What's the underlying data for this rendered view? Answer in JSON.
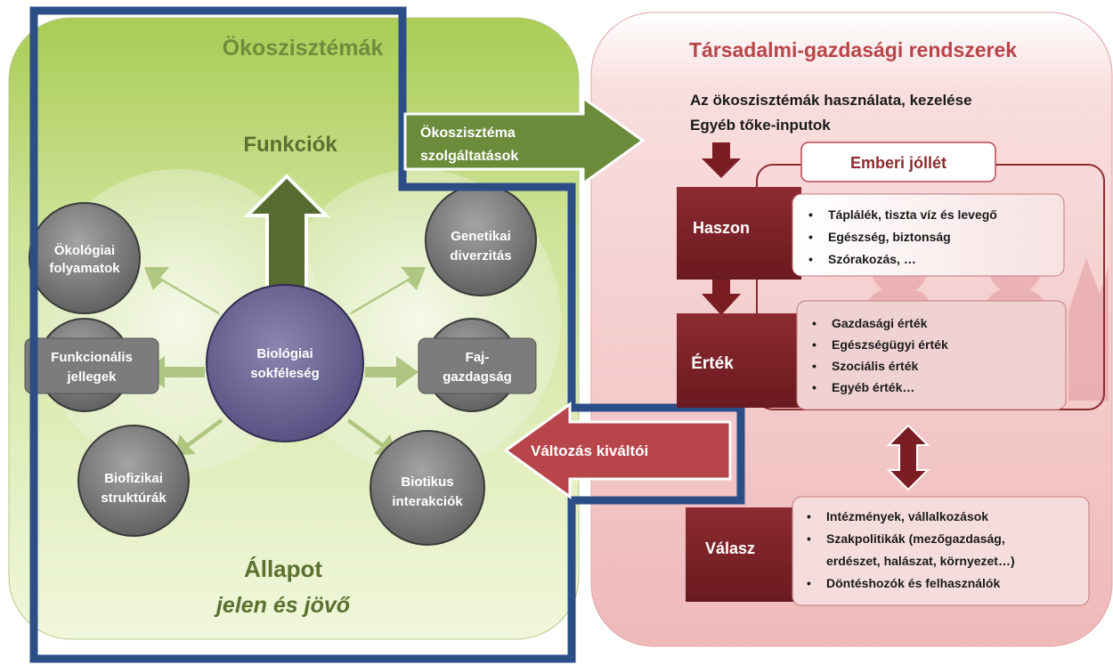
{
  "left_panel": {
    "title": "Ökoszisztémák",
    "functions_label": "Funkciók",
    "state_label": "Állapot",
    "state_sub": "jelen és jövő",
    "center": [
      "Biológiai",
      "sokféleség"
    ],
    "nodes": {
      "ecological_processes": [
        "Ökológiai",
        "folyamatok"
      ],
      "functional_traits": [
        "Funkcionális",
        "jellegek"
      ],
      "biophysical_structures": [
        "Biofizikai",
        "struktúrák"
      ],
      "genetic_diversity": [
        "Genetikai",
        "diverzitás"
      ],
      "species_richness": [
        "Faj-",
        "gazdagság"
      ],
      "biotic_interactions": [
        "Biotikus",
        "interakciók"
      ]
    }
  },
  "services_arrow": [
    "Ökoszisztéma",
    "szolgáltatások"
  ],
  "drivers_arrow": "Változás kiváltói",
  "right_panel": {
    "title": "Társadalmi-gazdasági rendszerek",
    "usage_lines": [
      "Az ökoszisztémák használata, kezelése",
      "Egyéb tőke-inputok"
    ],
    "wellbeing": "Emberi jóllét",
    "benefit": {
      "label": "Haszon",
      "items": [
        "Táplálék, tiszta víz és levegő",
        "Egészség, biztonság",
        "Szórakozás, …"
      ]
    },
    "value": {
      "label": "Érték",
      "items": [
        "Gazdasági érték",
        "Egészségügyi érték",
        "Szociális érték",
        "Egyéb érték…"
      ]
    },
    "response": {
      "label": "Válasz",
      "items": [
        "Intézmények, vállalkozások",
        "Szakpolitikák (mezőgazdaság,",
        "erdészet, halászat, környezet…)",
        "Döntéshozók és felhasználók"
      ]
    }
  },
  "colors": {
    "green_panel": "#cfe39a",
    "pink_panel": "#f2c4c4",
    "dark_red": "#7a1e24",
    "green_arrow": "#6b8c3a",
    "red_arrow": "#b8454a",
    "frame_blue": "#2c4e87"
  }
}
